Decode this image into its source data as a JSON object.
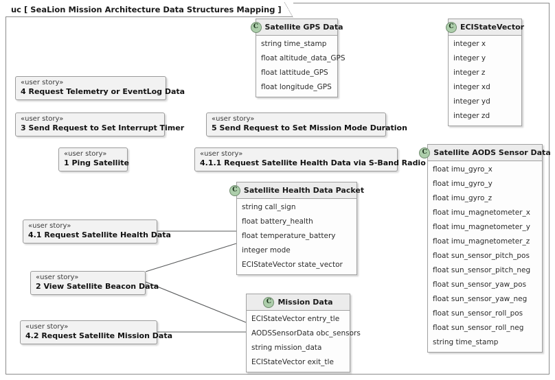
{
  "diagram": {
    "frame_title": "uc [ SeaLion Mission Architecture Data Structures Mapping ]",
    "class_icon_letter": "C",
    "stereotype": "«user story»",
    "colors": {
      "frame_border": "#8a8a8a",
      "class_header_bg": "#ececec",
      "class_body_bg": "#fdfdfd",
      "class_icon_green": "#adceab",
      "story_bg": "#f2f2f2",
      "connector": "#57595a"
    }
  },
  "classes": [
    {
      "name": "Satellite GPS Data",
      "attributes": [
        "string time_stamp",
        "float altitude_data_GPS",
        "float lattitude_GPS",
        "float longitude_GPS"
      ]
    },
    {
      "name": "ECIStateVector",
      "attributes": [
        "integer x",
        "integer y",
        "integer z",
        "integer xd",
        "integer yd",
        "integer zd"
      ]
    },
    {
      "name": "Satellite AODS Sensor Data",
      "attributes": [
        "float imu_gyro_x",
        "float imu_gyro_y",
        "float imu_gyro_z",
        "float imu_magnetometer_x",
        "float imu_magnetometer_y",
        "float imu_magnetometer_z",
        "float sun_sensor_pitch_pos",
        "float sun_sensor_pitch_neg",
        "float sun_sensor_yaw_pos",
        "float sun_sensor_yaw_neg",
        "float sun_sensor_roll_pos",
        "float sun_sensor_roll_neg",
        "string time_stamp"
      ]
    },
    {
      "name": "Satellite Health Data Packet",
      "attributes": [
        "string call_sign",
        "float battery_health",
        "float temperature_battery",
        "integer mode",
        "ECIStateVector state_vector"
      ]
    },
    {
      "name": "Mission Data",
      "attributes": [
        "ECIStateVector entry_tle",
        "AODSSensorData obc_sensors",
        "string mission_data",
        "ECIStateVector exit_tle"
      ]
    }
  ],
  "user_stories": [
    {
      "stereotype": "«user story»",
      "label": "4 Request Telemetry or EventLog Data"
    },
    {
      "stereotype": "«user story»",
      "label": "3 Send Request to Set Interrupt Timer"
    },
    {
      "stereotype": "«user story»",
      "label": "5 Send Request to Set Mission Mode Duration"
    },
    {
      "stereotype": "«user story»",
      "label": "1 Ping Satellite"
    },
    {
      "stereotype": "«user story»",
      "label": "4.1.1 Request Satellite Health Data via S-Band Radio"
    },
    {
      "stereotype": "«user story»",
      "label": "4.1 Request Satellite Health Data"
    },
    {
      "stereotype": "«user story»",
      "label": "2 View Satellite Beacon Data"
    },
    {
      "stereotype": "«user story»",
      "label": "4.2 Request Satellite Mission Data"
    }
  ]
}
